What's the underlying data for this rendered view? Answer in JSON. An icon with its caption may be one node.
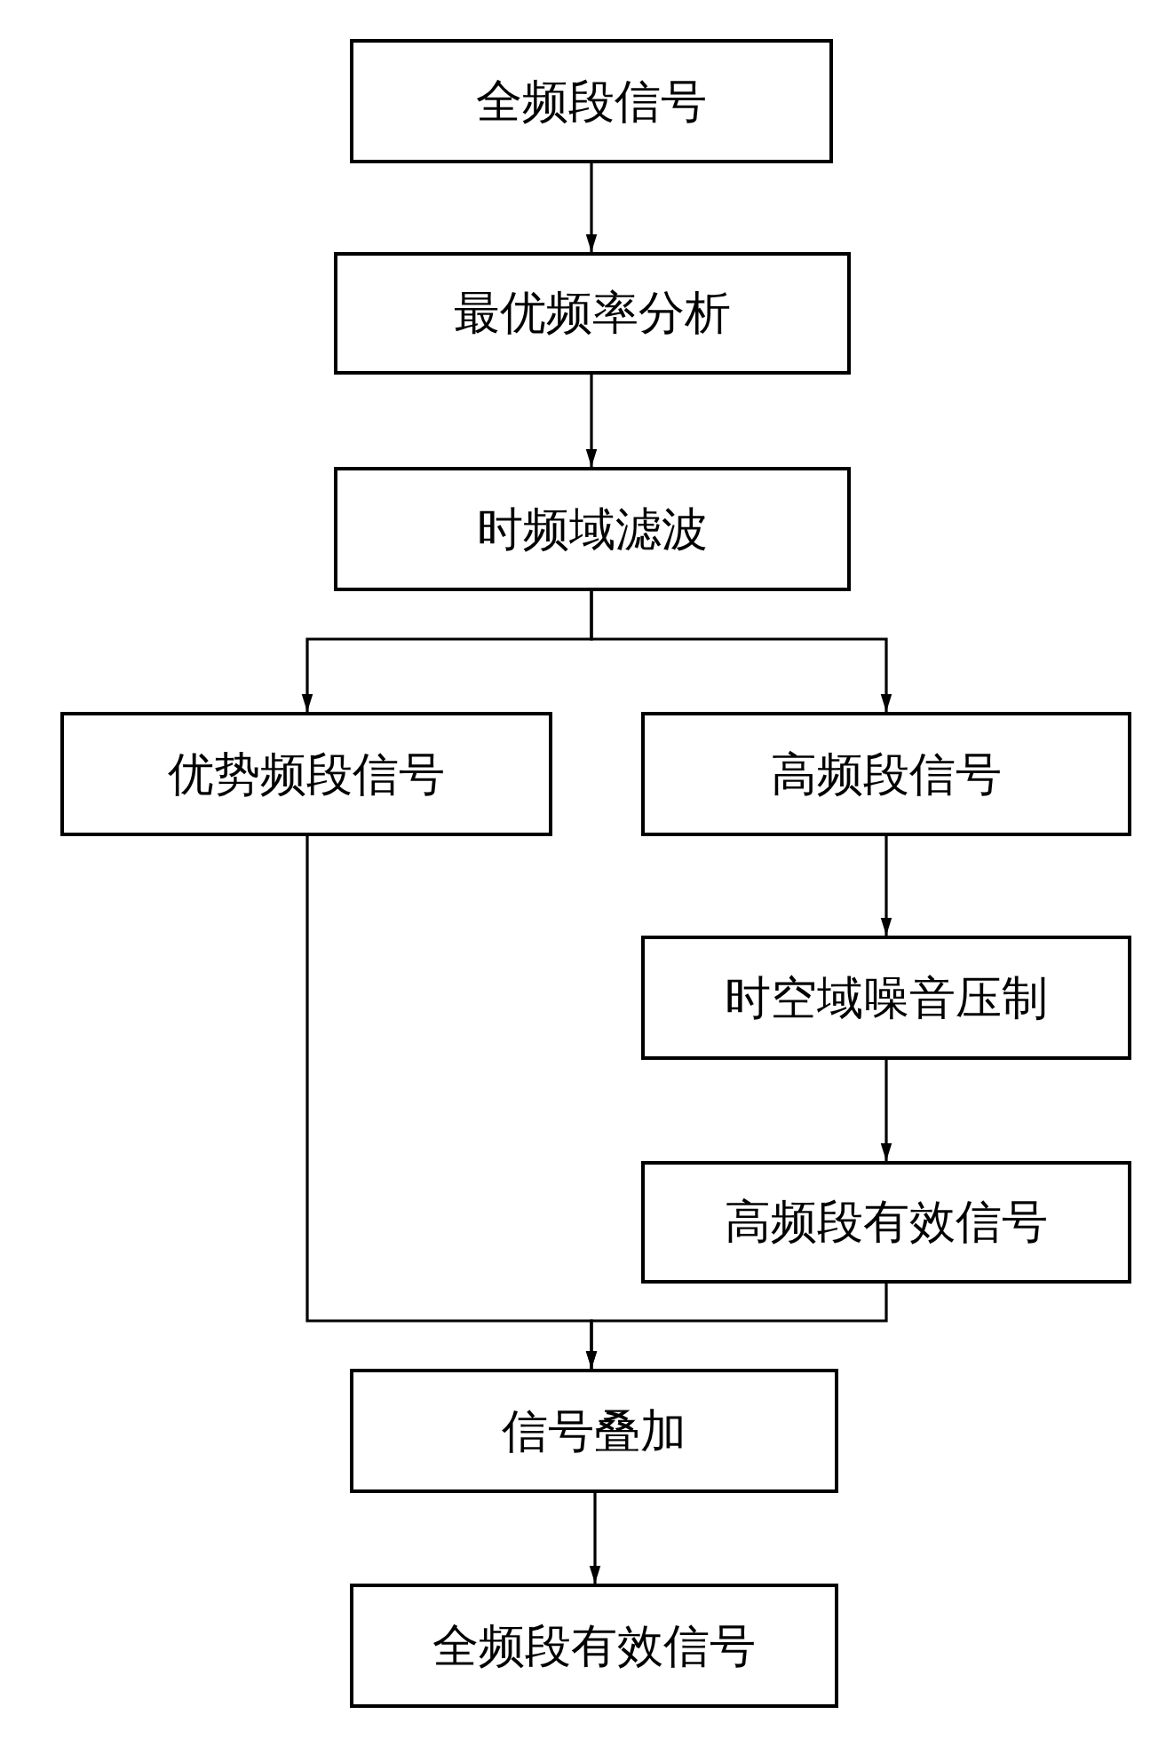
{
  "diagram": {
    "nodes": [
      {
        "text": [
          "全频段信号"
        ]
      },
      {
        "text": [
          "最优频率分析"
        ]
      },
      {
        "text": [
          "时频域滤波"
        ]
      },
      {
        "text": [
          "优势频段信号"
        ]
      },
      {
        "text": [
          "高频段信号"
        ]
      },
      {
        "text": [
          "时空域噪音压制"
        ]
      },
      {
        "text": [
          "高频段有效信号"
        ]
      },
      {
        "text": [
          "信号叠加"
        ]
      },
      {
        "text": [
          "全频段有效信号"
        ]
      }
    ],
    "edges": [
      {
        "from": 0,
        "to": 1,
        "arrow": "to"
      },
      {
        "from": 1,
        "to": 2,
        "arrow": "to"
      },
      {
        "from": 2,
        "to": 3,
        "arrow": "to"
      },
      {
        "from": 2,
        "to": 4,
        "arrow": "to"
      },
      {
        "from": 4,
        "to": 5,
        "arrow": "to"
      },
      {
        "from": 5,
        "to": 6,
        "arrow": "to"
      },
      {
        "from": 3,
        "to": 7,
        "arrow": "to"
      },
      {
        "from": 6,
        "to": 7,
        "arrow": "to"
      },
      {
        "from": 7,
        "to": 8,
        "arrow": "to"
      }
    ]
  }
}
